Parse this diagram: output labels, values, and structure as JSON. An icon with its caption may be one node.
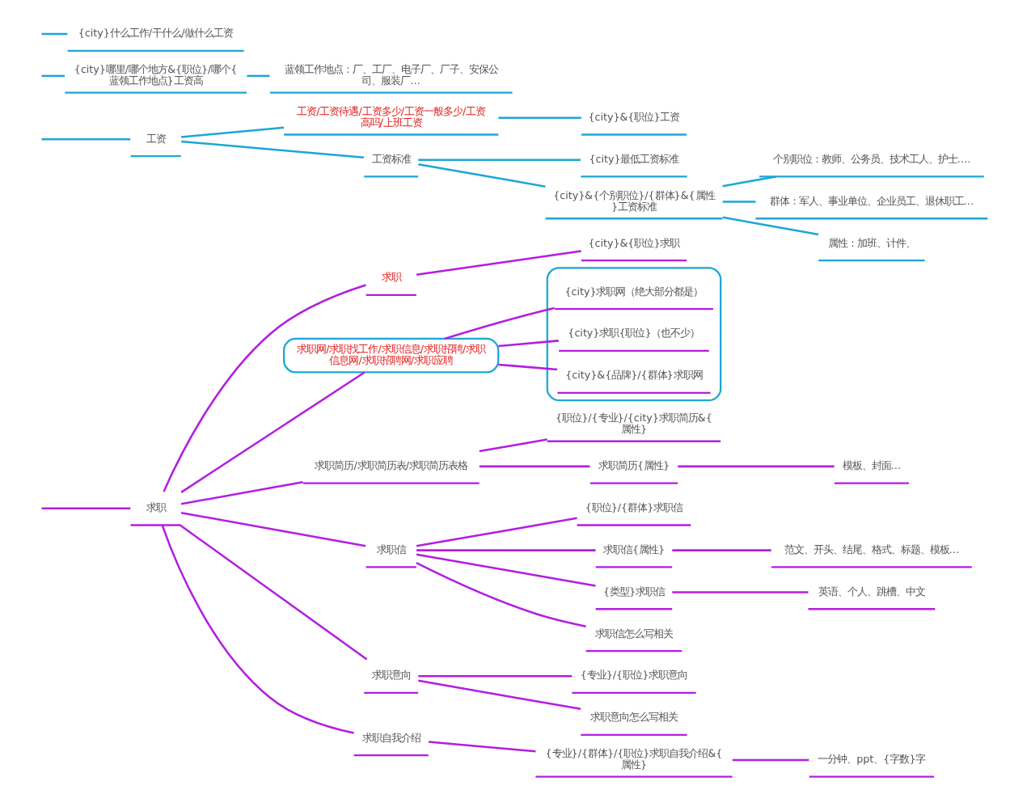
{
  "diagram": {
    "nodes": [
      {
        "text": [
          "求职"
        ]
      },
      {
        "text": [
          "求职"
        ]
      },
      {
        "text": [
          "{city}&{职位}求职"
        ]
      },
      {
        "text": [
          "求职网/求职找工作/求职信息/求职招聘/求职信息网/求职招聘网/求职应聘"
        ]
      },
      {
        "text": [],
        "shape": "box"
      },
      {
        "text": [
          "{city}求职网（绝大部分都是）"
        ],
        "in": 4
      },
      {
        "text": [
          "{city}求职{职位}（也不少）"
        ],
        "in": 4
      },
      {
        "text": [
          "{city}&{品牌}/{群体}求职网"
        ],
        "in": 4
      },
      {
        "text": [
          "求职简历/求职简历表/求职简历表格"
        ]
      },
      {
        "text": [
          "{职位}/{专业}/{city}求职简历&{属性}"
        ]
      },
      {
        "text": [
          "求职简历{属性}"
        ]
      },
      {
        "text": [
          "模板、封面…"
        ]
      },
      {
        "text": [
          "求职信"
        ]
      },
      {
        "text": [
          "{职位}/{群体}求职信"
        ]
      },
      {
        "text": [
          "求职信{属性}"
        ]
      },
      {
        "text": [
          "范文、开头、结尾、格式、标题、模板…"
        ]
      },
      {
        "text": [
          "{类型}求职信"
        ]
      },
      {
        "text": [
          "英语、个人、跳槽、中文"
        ]
      },
      {
        "text": [
          "求职信怎么写相关"
        ]
      },
      {
        "text": [
          "求职意向"
        ]
      },
      {
        "text": [
          "{专业}/{职位}求职意向"
        ]
      },
      {
        "text": [
          "求职意向怎么写相关"
        ]
      },
      {
        "text": [
          "求职自我介绍"
        ]
      },
      {
        "text": [
          "{专业}/{群体}/{职位}求职自我介绍&{属性}"
        ]
      },
      {
        "text": [
          "一分钟、ppt、{字数}字"
        ]
      },
      {
        "text": [
          "工资"
        ]
      },
      {
        "text": [
          "工资/工资待遇/工资多少/工资一般多少/工资高吗/上班工资"
        ]
      },
      {
        "text": [
          "{city}&{职位}工资"
        ]
      },
      {
        "text": [
          "工资标准"
        ]
      },
      {
        "text": [
          "{city}最低工资标准"
        ]
      },
      {
        "text": [
          "{city}&{个别职位}/{群体}&{属性}工资标准"
        ]
      },
      {
        "text": [
          "个别职位：教师、公务员、技术工人、护士…."
        ]
      },
      {
        "text": [
          "群体：军人、事业单位、企业员工、退休职工…"
        ]
      },
      {
        "text": [
          "属性：加班、计件、"
        ]
      },
      {
        "text": [
          "{city}哪里/哪个地方&{职位}/哪个{蓝领工作地点}工资高"
        ]
      },
      {
        "text": [
          "蓝领工作地点：厂、工厂、电子厂、厂子、安保公司、服装厂…"
        ]
      },
      {
        "text": [
          "{city}什么工作/干什么/做什么工资"
        ]
      }
    ],
    "edges": [
      {
        "from": null,
        "to": 0,
        "arrow": "none"
      },
      {
        "from": 0,
        "to": 1,
        "arrow": "none"
      },
      {
        "from": 1,
        "to": 2,
        "arrow": "none"
      },
      {
        "from": 0,
        "to": 3,
        "arrow": "none"
      },
      {
        "from": 3,
        "to": 5,
        "arrow": "none"
      },
      {
        "from": 3,
        "to": 6,
        "arrow": "none"
      },
      {
        "from": 3,
        "to": 7,
        "arrow": "none"
      },
      {
        "from": 0,
        "to": 8,
        "arrow": "none"
      },
      {
        "from": 8,
        "to": 9,
        "arrow": "none"
      },
      {
        "from": 8,
        "to": 10,
        "arrow": "none"
      },
      {
        "from": 10,
        "to": 11,
        "arrow": "none"
      },
      {
        "from": 0,
        "to": 12,
        "arrow": "none"
      },
      {
        "from": 12,
        "to": 13,
        "arrow": "none"
      },
      {
        "from": 12,
        "to": 14,
        "arrow": "none"
      },
      {
        "from": 14,
        "to": 15,
        "arrow": "none"
      },
      {
        "from": 12,
        "to": 16,
        "arrow": "none"
      },
      {
        "from": 16,
        "to": 17,
        "arrow": "none"
      },
      {
        "from": 12,
        "to": 18,
        "arrow": "none"
      },
      {
        "from": 0,
        "to": 19,
        "arrow": "none"
      },
      {
        "from": 19,
        "to": 20,
        "arrow": "none"
      },
      {
        "from": 19,
        "to": 21,
        "arrow": "none"
      },
      {
        "from": 0,
        "to": 22,
        "arrow": "none"
      },
      {
        "from": 22,
        "to": 23,
        "arrow": "none"
      },
      {
        "from": 23,
        "to": 24,
        "arrow": "none"
      },
      {
        "from": null,
        "to": 25,
        "arrow": "none",
        "color": "#1ea6d6"
      },
      {
        "from": 25,
        "to": 26,
        "arrow": "none",
        "color": "#1ea6d6"
      },
      {
        "from": 26,
        "to": 27,
        "arrow": "none",
        "color": "#1ea6d6"
      },
      {
        "from": 25,
        "to": 28,
        "arrow": "none",
        "color": "#1ea6d6"
      },
      {
        "from": 28,
        "to": 29,
        "arrow": "none",
        "color": "#1ea6d6"
      },
      {
        "from": 28,
        "to": 30,
        "arrow": "none",
        "color": "#1ea6d6"
      },
      {
        "from": 30,
        "to": 31,
        "arrow": "none",
        "color": "#1ea6d6"
      },
      {
        "from": 30,
        "to": 32,
        "arrow": "none",
        "color": "#1ea6d6"
      },
      {
        "from": 30,
        "to": 33,
        "arrow": "none",
        "color": "#1ea6d6"
      },
      {
        "from": null,
        "to": 34,
        "arrow": "none",
        "color": "#1ea6d6"
      },
      {
        "from": 34,
        "to": 35,
        "arrow": "none",
        "color": "#1ea6d6"
      },
      {
        "from": null,
        "to": 36,
        "arrow": "none",
        "color": "#1ea6d6"
      }
    ]
  }
}
